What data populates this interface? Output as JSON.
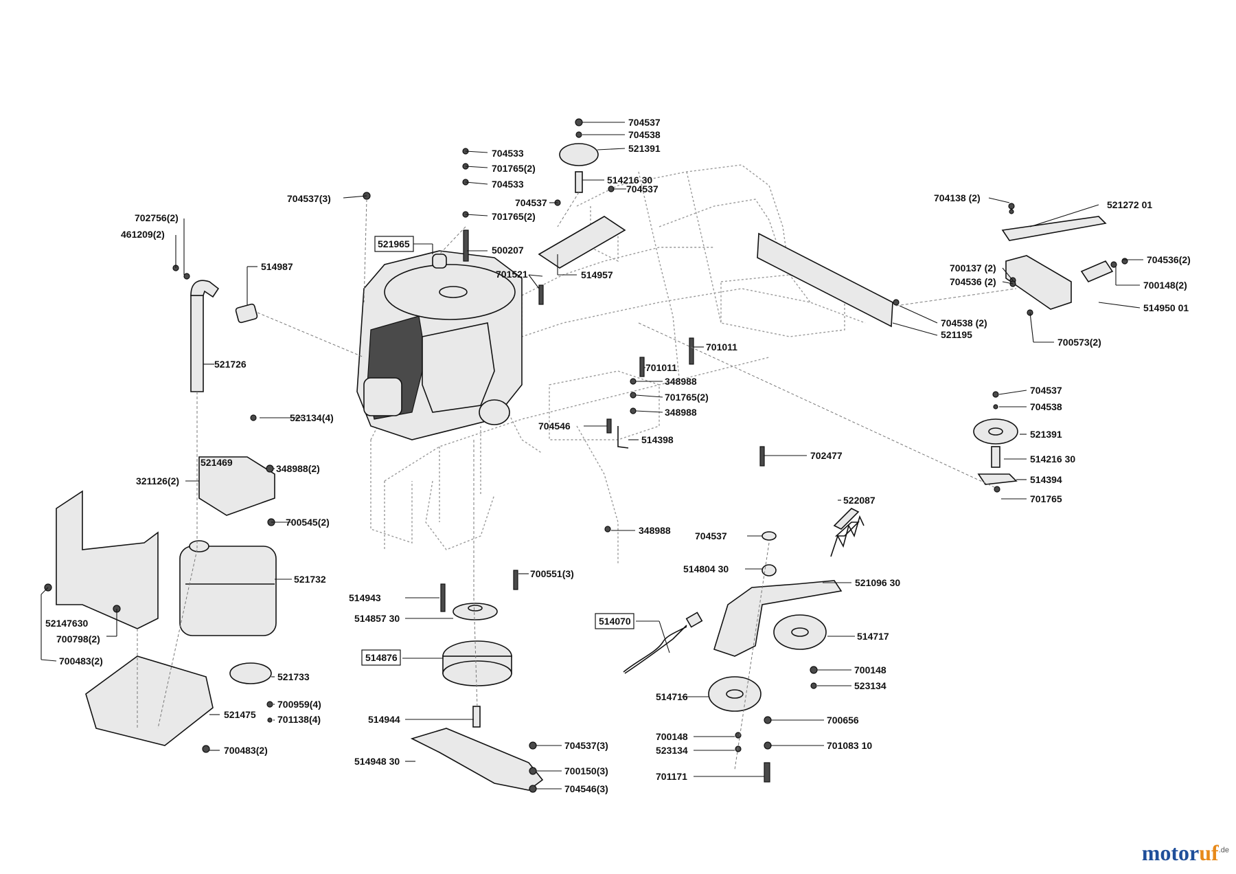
{
  "logo": {
    "main": "motor",
    "accent": "uf",
    "suffix": ".de"
  },
  "colors": {
    "ink": "#111111",
    "frame": "#9a9a9a",
    "logo_blue": "#1f4f9a",
    "logo_orange": "#e7891a"
  },
  "callouts": [
    {
      "id": "704537a",
      "text": "704537"
    },
    {
      "id": "704538a",
      "text": "704538"
    },
    {
      "id": "521391a",
      "text": "521391"
    },
    {
      "id": "704533a",
      "text": "704533"
    },
    {
      "id": "701765_2a",
      "text": "701765(2)"
    },
    {
      "id": "704533b",
      "text": "704533"
    },
    {
      "id": "51421630a",
      "text": "514216 30"
    },
    {
      "id": "704537b",
      "text": "704537"
    },
    {
      "id": "704537_3a",
      "text": "704537(3)"
    },
    {
      "id": "704537c",
      "text": "704537"
    },
    {
      "id": "701765_2b",
      "text": "701765(2)"
    },
    {
      "id": "704138_2",
      "text": "704138 (2)"
    },
    {
      "id": "52127201",
      "text": "521272 01"
    },
    {
      "id": "702756_2",
      "text": "702756(2)"
    },
    {
      "id": "461209_2",
      "text": "461209(2)"
    },
    {
      "id": "521965",
      "text": "521965"
    },
    {
      "id": "500207",
      "text": "500207"
    },
    {
      "id": "514987",
      "text": "514987"
    },
    {
      "id": "514957",
      "text": "514957"
    },
    {
      "id": "701521",
      "text": "701521"
    },
    {
      "id": "704536_2a",
      "text": "704536(2)"
    },
    {
      "id": "700137_2",
      "text": "700137 (2)"
    },
    {
      "id": "704536_2b",
      "text": "704536 (2)"
    },
    {
      "id": "700148_2",
      "text": "700148(2)"
    },
    {
      "id": "51495001",
      "text": "514950 01"
    },
    {
      "id": "704538_2",
      "text": "704538 (2)"
    },
    {
      "id": "521195",
      "text": "521195"
    },
    {
      "id": "701011a",
      "text": "701011"
    },
    {
      "id": "700573_2",
      "text": "700573(2)"
    },
    {
      "id": "521726",
      "text": "521726"
    },
    {
      "id": "701011b",
      "text": "701011"
    },
    {
      "id": "348988a",
      "text": "348988"
    },
    {
      "id": "701765_2c",
      "text": "701765(2)"
    },
    {
      "id": "348988b",
      "text": "348988"
    },
    {
      "id": "704537d",
      "text": "704537"
    },
    {
      "id": "704538b",
      "text": "704538"
    },
    {
      "id": "523134_4a",
      "text": "523134(4)"
    },
    {
      "id": "704546",
      "text": "704546"
    },
    {
      "id": "521391b",
      "text": "521391"
    },
    {
      "id": "514398",
      "text": "514398"
    },
    {
      "id": "702477",
      "text": "702477"
    },
    {
      "id": "51421630b",
      "text": "514216 30"
    },
    {
      "id": "521469",
      "text": "521469"
    },
    {
      "id": "348988_2",
      "text": "348988(2)"
    },
    {
      "id": "514394",
      "text": "514394"
    },
    {
      "id": "321126_2",
      "text": "321126(2)"
    },
    {
      "id": "701765",
      "text": "701765"
    },
    {
      "id": "522087",
      "text": "522087"
    },
    {
      "id": "700545_2",
      "text": "700545(2)"
    },
    {
      "id": "348988c",
      "text": "348988"
    },
    {
      "id": "704537e",
      "text": "704537"
    },
    {
      "id": "51480430",
      "text": "514804 30"
    },
    {
      "id": "700551_3",
      "text": "700551(3)"
    },
    {
      "id": "521732",
      "text": "521732"
    },
    {
      "id": "52109630",
      "text": "521096 30"
    },
    {
      "id": "514943",
      "text": "514943"
    },
    {
      "id": "52147630",
      "text": "52147630"
    },
    {
      "id": "51485730",
      "text": "514857 30"
    },
    {
      "id": "514070",
      "text": "514070"
    },
    {
      "id": "700798_2",
      "text": "700798(2)"
    },
    {
      "id": "514717",
      "text": "514717"
    },
    {
      "id": "514876",
      "text": "514876"
    },
    {
      "id": "700483_2a",
      "text": "700483(2)"
    },
    {
      "id": "700148a",
      "text": "700148"
    },
    {
      "id": "521733",
      "text": "521733"
    },
    {
      "id": "523134a",
      "text": "523134"
    },
    {
      "id": "514716",
      "text": "514716"
    },
    {
      "id": "700959_4",
      "text": "700959(4)"
    },
    {
      "id": "521475",
      "text": "521475"
    },
    {
      "id": "701138_4",
      "text": "701138(4)"
    },
    {
      "id": "514944",
      "text": "514944"
    },
    {
      "id": "700656",
      "text": "700656"
    },
    {
      "id": "700148b",
      "text": "700148"
    },
    {
      "id": "70108310",
      "text": "701083 10"
    },
    {
      "id": "523134b",
      "text": "523134"
    },
    {
      "id": "704537_3b",
      "text": "704537(3)"
    },
    {
      "id": "700483_2b",
      "text": "700483(2)"
    },
    {
      "id": "51494830",
      "text": "514948 30"
    },
    {
      "id": "701171",
      "text": "701171"
    },
    {
      "id": "700150_3",
      "text": "700150(3)"
    },
    {
      "id": "704546_3",
      "text": "704546(3)"
    }
  ]
}
